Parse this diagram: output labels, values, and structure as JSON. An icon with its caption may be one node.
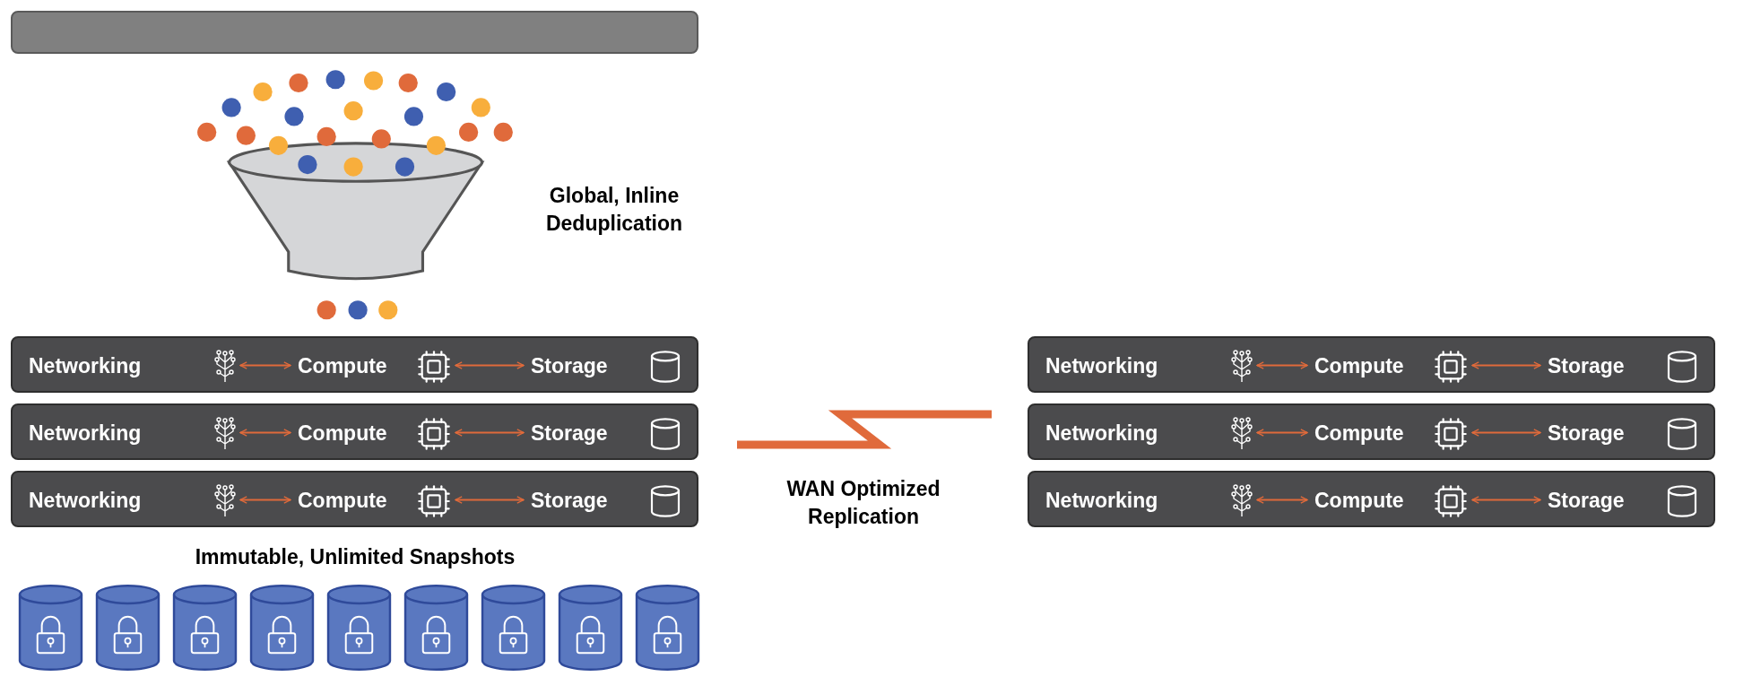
{
  "diagram": {
    "nodes": [
      {
        "text": [],
        "shape": "bar"
      },
      {
        "text": [],
        "shape": "box"
      },
      {
        "text": [
          "Networking"
        ],
        "in": 1
      },
      {
        "text": [
          "Compute"
        ],
        "in": 1
      },
      {
        "text": [
          "Storage"
        ],
        "in": 1
      },
      {
        "text": [],
        "shape": "box"
      },
      {
        "text": [
          "Networking"
        ],
        "in": 5
      },
      {
        "text": [
          "Compute"
        ],
        "in": 5
      },
      {
        "text": [
          "Storage"
        ],
        "in": 5
      },
      {
        "text": [],
        "shape": "box"
      },
      {
        "text": [
          "Networking"
        ],
        "in": 9
      },
      {
        "text": [
          "Compute"
        ],
        "in": 9
      },
      {
        "text": [
          "Storage"
        ],
        "in": 9
      },
      {
        "text": [],
        "shape": "box"
      },
      {
        "text": [
          "Networking"
        ],
        "in": 13
      },
      {
        "text": [
          "Compute"
        ],
        "in": 13
      },
      {
        "text": [
          "Storage"
        ],
        "in": 13
      },
      {
        "text": [],
        "shape": "box"
      },
      {
        "text": [
          "Networking"
        ],
        "in": 17
      },
      {
        "text": [
          "Compute"
        ],
        "in": 17
      },
      {
        "text": [
          "Storage"
        ],
        "in": 17
      },
      {
        "text": [],
        "shape": "box"
      },
      {
        "text": [
          "Networking"
        ],
        "in": 21
      },
      {
        "text": [
          "Compute"
        ],
        "in": 21
      },
      {
        "text": [
          "Storage"
        ],
        "in": 21
      }
    ],
    "edges": [
      {
        "from": 2,
        "to": 3,
        "arrow": "both"
      },
      {
        "from": 3,
        "to": 4,
        "arrow": "both"
      },
      {
        "from": 6,
        "to": 7,
        "arrow": "both"
      },
      {
        "from": 7,
        "to": 8,
        "arrow": "both"
      },
      {
        "from": 10,
        "to": 11,
        "arrow": "both"
      },
      {
        "from": 11,
        "to": 12,
        "arrow": "both"
      },
      {
        "from": 14,
        "to": 15,
        "arrow": "both"
      },
      {
        "from": 15,
        "to": 16,
        "arrow": "both"
      },
      {
        "from": 18,
        "to": 19,
        "arrow": "both"
      },
      {
        "from": 19,
        "to": 20,
        "arrow": "both"
      },
      {
        "from": 22,
        "to": 23,
        "arrow": "both"
      },
      {
        "from": 23,
        "to": 24,
        "arrow": "both"
      }
    ],
    "labels": [
      "Global, Inline Deduplication",
      "WAN Optimized Replication",
      "Immutable, Unlimited Snapshots"
    ]
  }
}
